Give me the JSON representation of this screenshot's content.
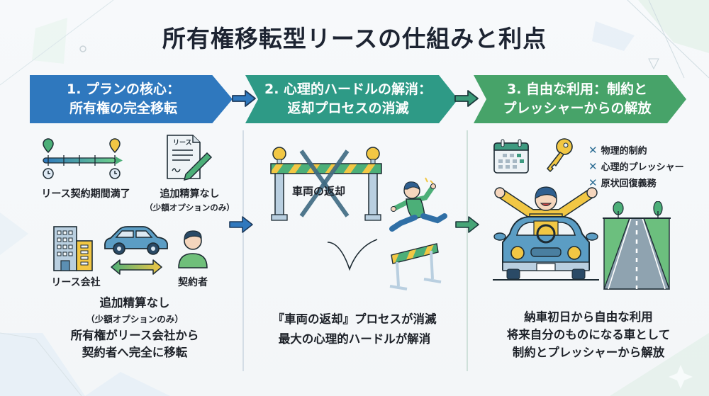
{
  "title": "所有権移転型リースの仕組みと利点",
  "colors": {
    "step1": "#2f78be",
    "step2": "#2e9a86",
    "step3": "#47a369",
    "accent_yellow": "#f2c744",
    "title_text": "#1d2432"
  },
  "steps": [
    {
      "banner_line1": "1. プランの核心：",
      "banner_line2": "所有権の完全移転",
      "icons": [
        {
          "name": "timeline-icon",
          "label": "リース契約期間満了"
        },
        {
          "name": "lease-document-icon",
          "doc_title": "リース",
          "label": "追加精算なし",
          "sublabel": "（少額オプションのみ）"
        },
        {
          "name": "building-icon",
          "label": "リース会社"
        },
        {
          "name": "car-icon"
        },
        {
          "name": "two-way-arrow-icon"
        },
        {
          "name": "person-icon",
          "label": "契約者"
        }
      ],
      "description": {
        "line1": "追加精算なし",
        "line2": "（少額オプションのみ）",
        "line3": "所有権がリース会社から",
        "line4": "契約者へ完全に移転"
      }
    },
    {
      "banner_line1": "2. 心理的ハードルの解消：",
      "banner_line2": "返却プロセスの消滅",
      "icons": [
        {
          "name": "barrier-crossed-icon",
          "label": "車両の返却"
        },
        {
          "name": "jumping-person-icon"
        },
        {
          "name": "hurdle-icon"
        }
      ],
      "description": {
        "line1": "『車両の返却』プロセスが消滅",
        "line2": "最大の心理的ハードルが解消"
      }
    },
    {
      "banner_line1": "3. 自由な利用：制約と",
      "banner_line2": "プレッシャーからの解放",
      "icons": [
        {
          "name": "calendar-icon"
        },
        {
          "name": "key-icon"
        },
        {
          "name": "happy-driver-icon"
        },
        {
          "name": "road-icon"
        }
      ],
      "removed_constraints": [
        "物理的制約",
        "心理的プレッシャー",
        "原状回復義務"
      ],
      "description": {
        "line1": "納車初日から自由な利用",
        "line2": "将来自分のものになる車として",
        "line3": "制約とプレッシャーから解放"
      }
    }
  ]
}
